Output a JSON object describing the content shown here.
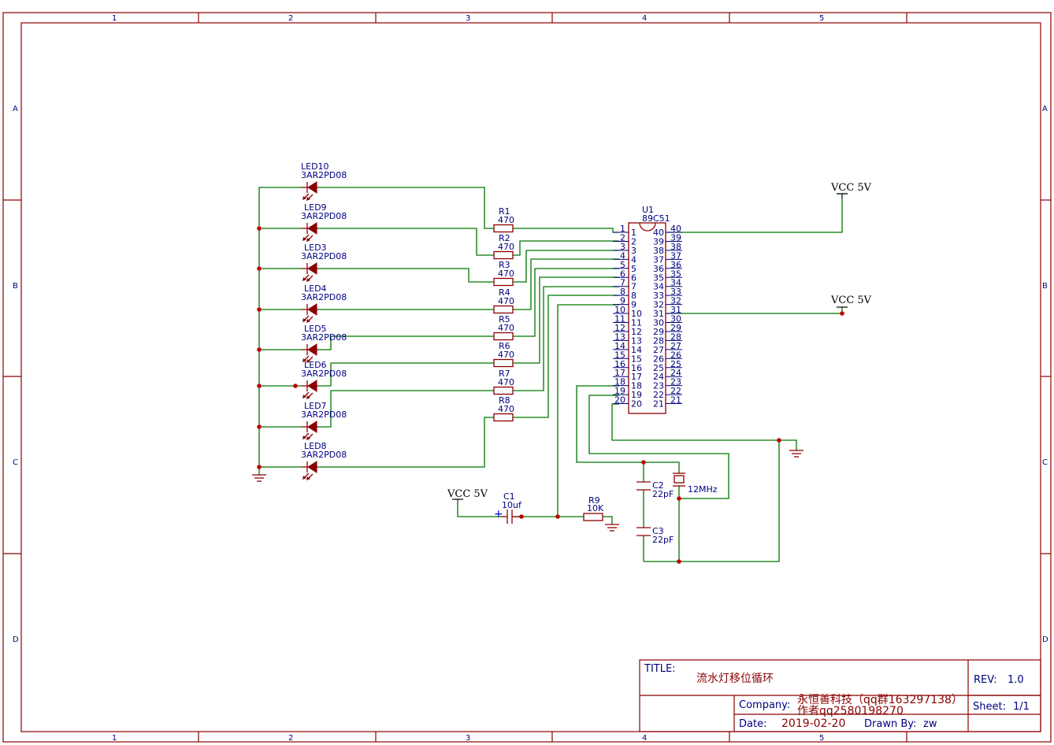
{
  "frame": {
    "columns": [
      "1",
      "2",
      "3",
      "4",
      "5"
    ],
    "rows": [
      "A",
      "B",
      "C",
      "D"
    ]
  },
  "colors": {
    "wire": "#007700",
    "component": "#8b0000",
    "label": "#000080"
  },
  "leds": [
    {
      "ref": "LED10",
      "part": "3AR2PD08"
    },
    {
      "ref": "LED9",
      "part": "3AR2PD08"
    },
    {
      "ref": "LED3",
      "part": "3AR2PD08"
    },
    {
      "ref": "LED4",
      "part": "3AR2PD08"
    },
    {
      "ref": "LED5",
      "part": "3AR2PD08"
    },
    {
      "ref": "LED6",
      "part": "3AR2PD08"
    },
    {
      "ref": "LED7",
      "part": "3AR2PD08"
    },
    {
      "ref": "LED8",
      "part": "3AR2PD08"
    }
  ],
  "resistors": [
    {
      "ref": "R1",
      "value": "470"
    },
    {
      "ref": "R2",
      "value": "470"
    },
    {
      "ref": "R3",
      "value": "470"
    },
    {
      "ref": "R4",
      "value": "470"
    },
    {
      "ref": "R5",
      "value": "470"
    },
    {
      "ref": "R6",
      "value": "470"
    },
    {
      "ref": "R7",
      "value": "470"
    },
    {
      "ref": "R8",
      "value": "470"
    }
  ],
  "mcu": {
    "ref": "U1",
    "part": "89C51",
    "left_pins": [
      "1",
      "2",
      "3",
      "4",
      "5",
      "6",
      "7",
      "8",
      "9",
      "10",
      "11",
      "12",
      "13",
      "14",
      "15",
      "16",
      "17",
      "18",
      "19",
      "20"
    ],
    "right_pins": [
      "40",
      "39",
      "38",
      "37",
      "36",
      "35",
      "34",
      "33",
      "32",
      "31",
      "30",
      "29",
      "28",
      "27",
      "26",
      "25",
      "24",
      "23",
      "22",
      "21"
    ]
  },
  "power": {
    "vcc1": "VCC 5V",
    "vcc2": "VCC 5V",
    "vcc3": "VCC 5V"
  },
  "c1": {
    "ref": "C1",
    "value": "10uf"
  },
  "r9": {
    "ref": "R9",
    "value": "10K"
  },
  "c2": {
    "ref": "C2",
    "value": "22pF"
  },
  "c3": {
    "ref": "C3",
    "value": "22pF"
  },
  "crystal": {
    "value": "12MHz"
  },
  "title_block": {
    "title_label": "TITLE:",
    "title": "流水灯移位循环",
    "rev_label": "REV:",
    "rev": "1.0",
    "company_label": "Company:",
    "company_line1": "永恒善科技（qq群163297138）",
    "company_line2": "作者qq2580198270",
    "sheet_label": "Sheet:",
    "sheet": "1/1",
    "date_label": "Date:",
    "date": "2019-02-20",
    "drawn_label": "Drawn By:",
    "drawn": "zw"
  }
}
